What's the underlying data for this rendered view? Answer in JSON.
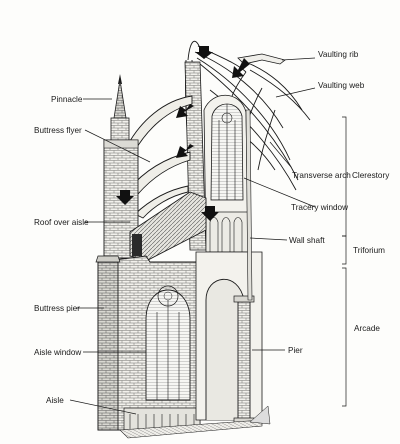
{
  "labels": {
    "vaulting_rib": "Vaulting rib",
    "vaulting_web": "Vaulting web",
    "pinnacle": "Pinnacle",
    "buttress_flyer": "Buttress flyer",
    "transverse_arch": "Transverse arch",
    "clerestory": "Clerestory",
    "tracery_window": "Tracery window",
    "roof_over_aisle": "Roof over aisle",
    "wall_shaft": "Wall shaft",
    "triforium": "Triforium",
    "buttress_pier": "Buttress pier",
    "arcade": "Arcade",
    "aisle_window": "Aisle window",
    "pier": "Pier",
    "aisle": "Aisle"
  },
  "colors": {
    "ink": "#1a1a1a",
    "stone": "#f4f3ee",
    "shade": "#9a9a96",
    "arrow": "#111111"
  }
}
